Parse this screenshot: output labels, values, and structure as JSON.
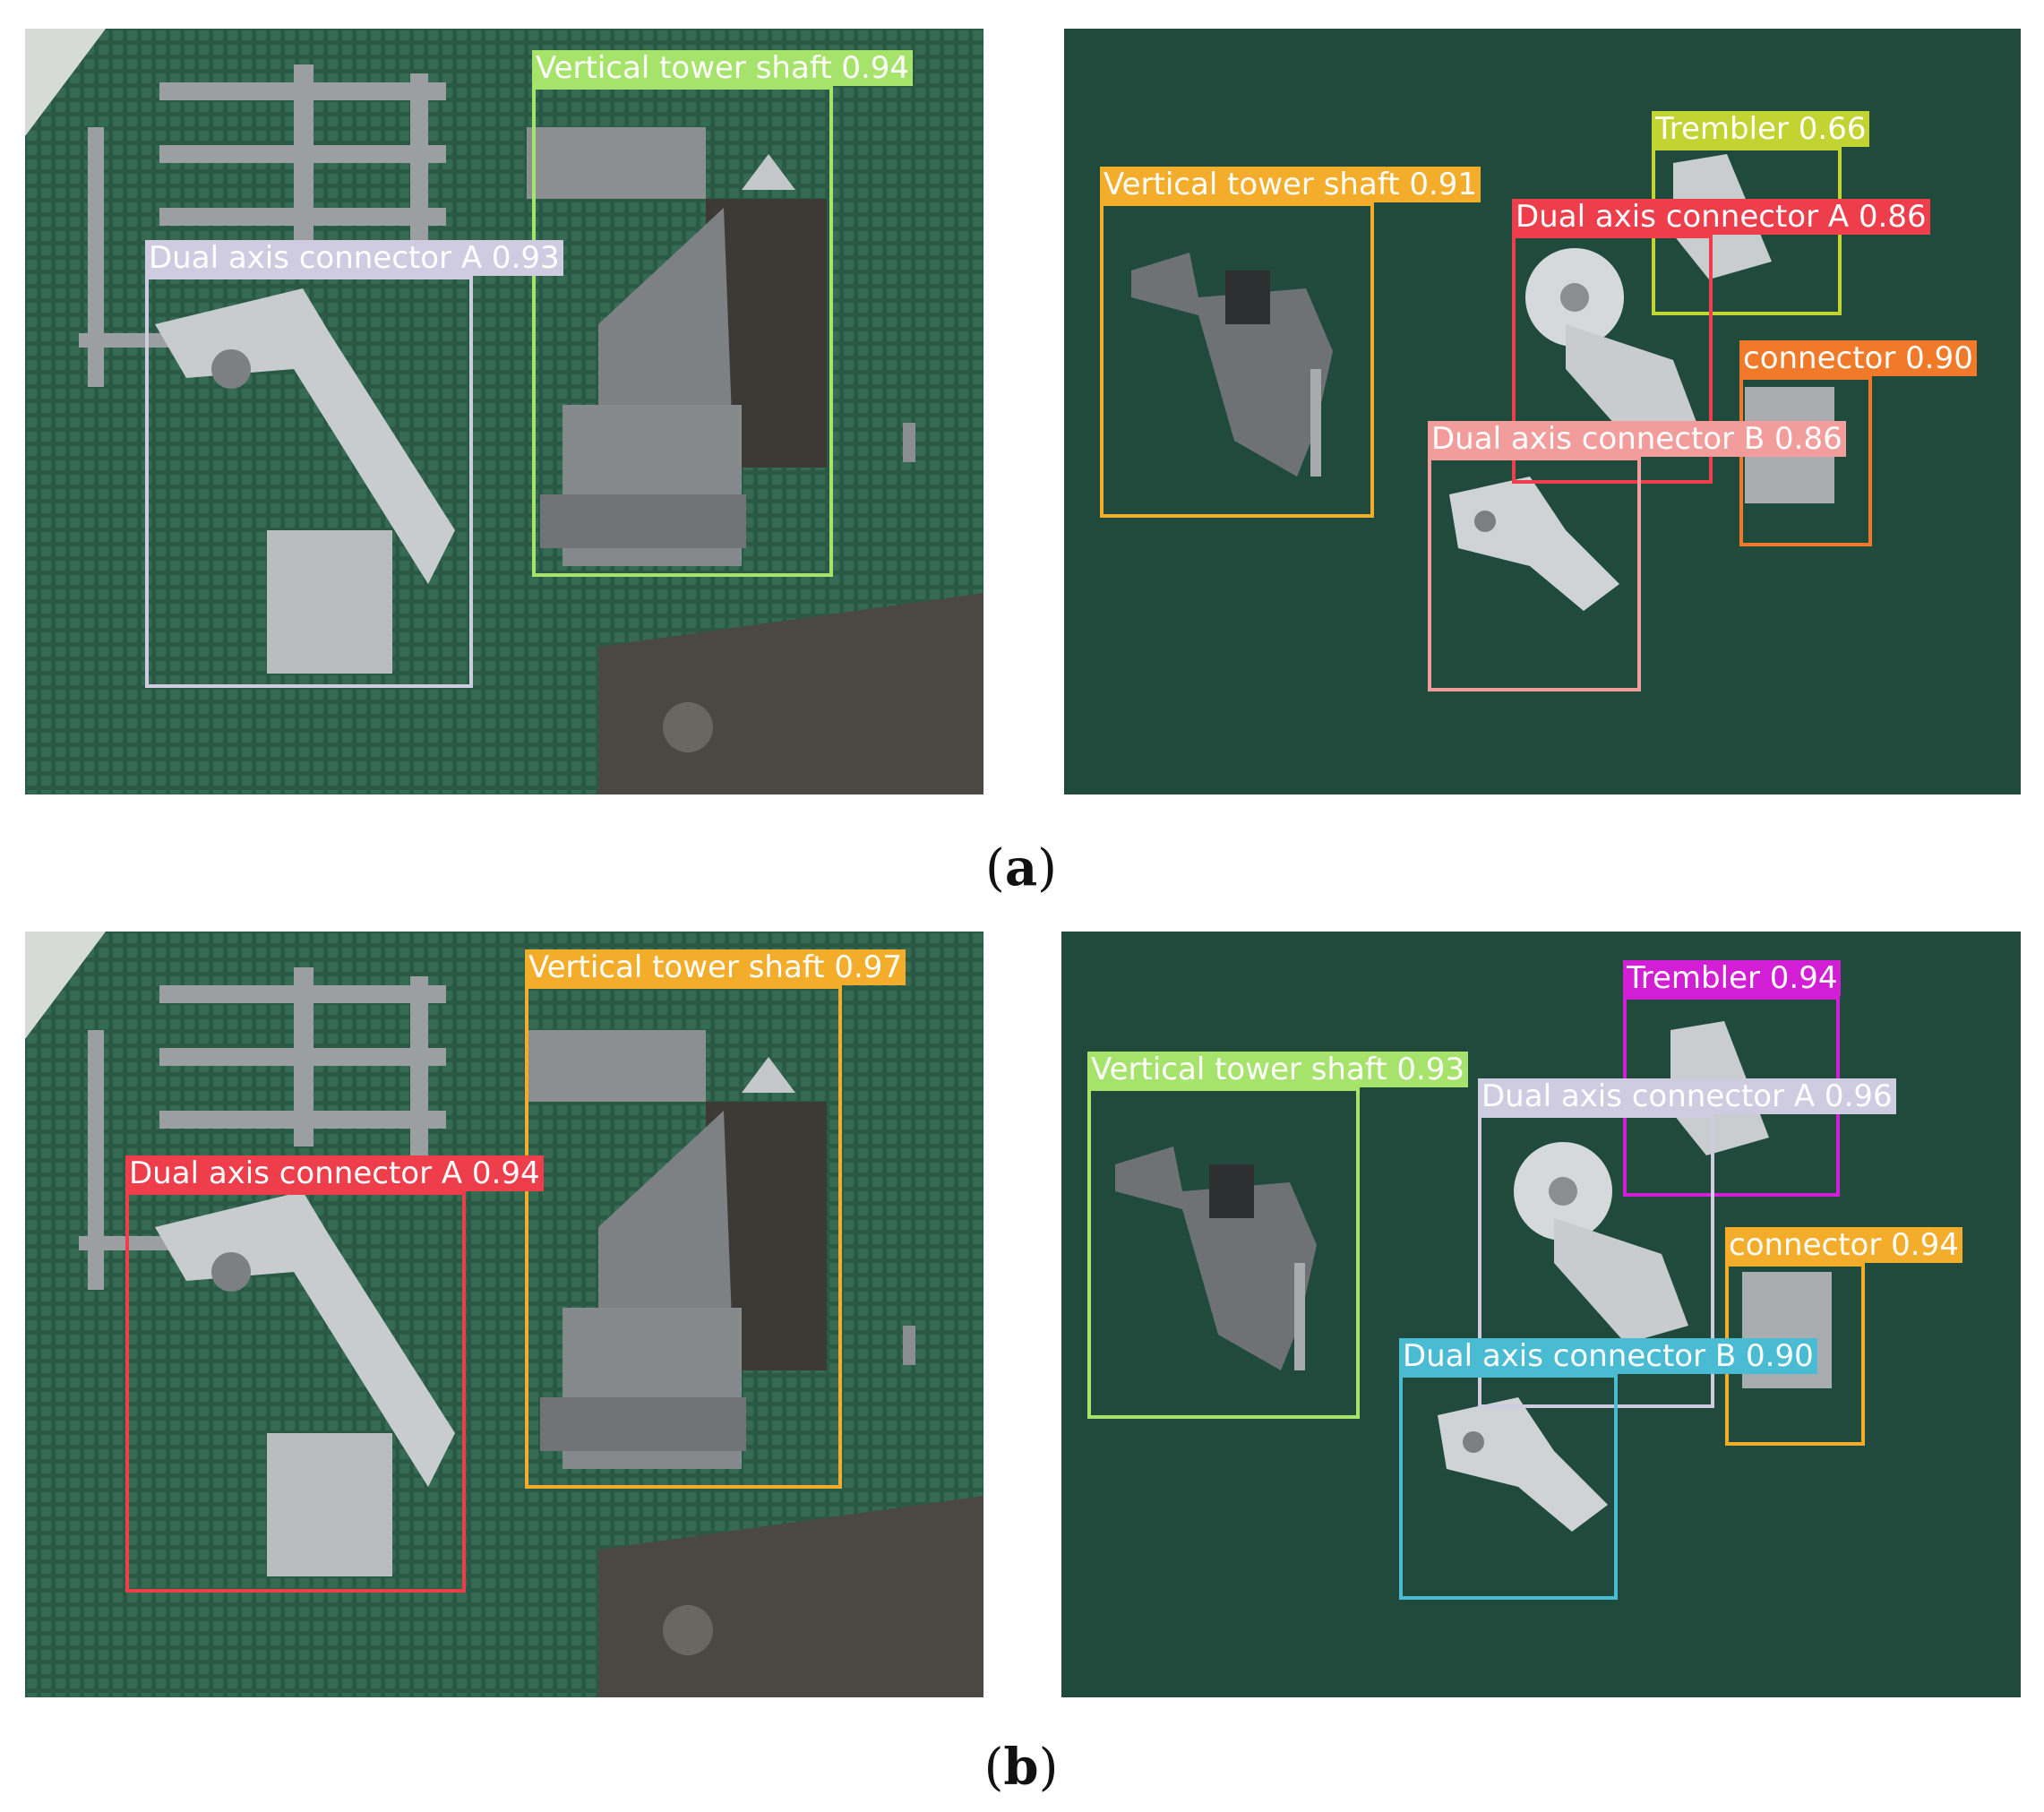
{
  "captions": {
    "a": "a",
    "b": "b"
  },
  "colors": {
    "bench_green": "#2c5a45",
    "mat_green": "#1f4a3c",
    "metal": "#b9bdbf",
    "dark_metal": "#4d4944"
  },
  "panels": {
    "a_left": {
      "detections": [
        {
          "label": "Vertical tower shaft 0.94",
          "color": "#a6e36a"
        },
        {
          "label": "Dual axis connector A 0.93",
          "color": "#cfcbe0"
        }
      ]
    },
    "a_right": {
      "detections": [
        {
          "label": "Vertical tower shaft 0.91",
          "color": "#f4ad2b"
        },
        {
          "label": "Trembler 0.66",
          "color": "#c3d332"
        },
        {
          "label": "Dual axis connector A 0.86",
          "color": "#ee3e4b"
        },
        {
          "label": "connector 0.90",
          "color": "#f07a2a"
        },
        {
          "label": "Dual axis connector B 0.86",
          "color": "#f39c9c"
        }
      ]
    },
    "b_left": {
      "detections": [
        {
          "label": "Vertical tower shaft 0.97",
          "color": "#f4ad2b"
        },
        {
          "label": "Dual axis connector A 0.94",
          "color": "#ee3e4b"
        }
      ]
    },
    "b_right": {
      "detections": [
        {
          "label": "Trembler 0.94",
          "color": "#d21fd6"
        },
        {
          "label": "Vertical tower shaft 0.93",
          "color": "#a6e36a"
        },
        {
          "label": "Dual axis connector A 0.96",
          "color": "#cfcbe0"
        },
        {
          "label": "connector 0.94",
          "color": "#f4ad2b"
        },
        {
          "label": "Dual axis connector B 0.90",
          "color": "#49bcd3"
        }
      ]
    }
  }
}
